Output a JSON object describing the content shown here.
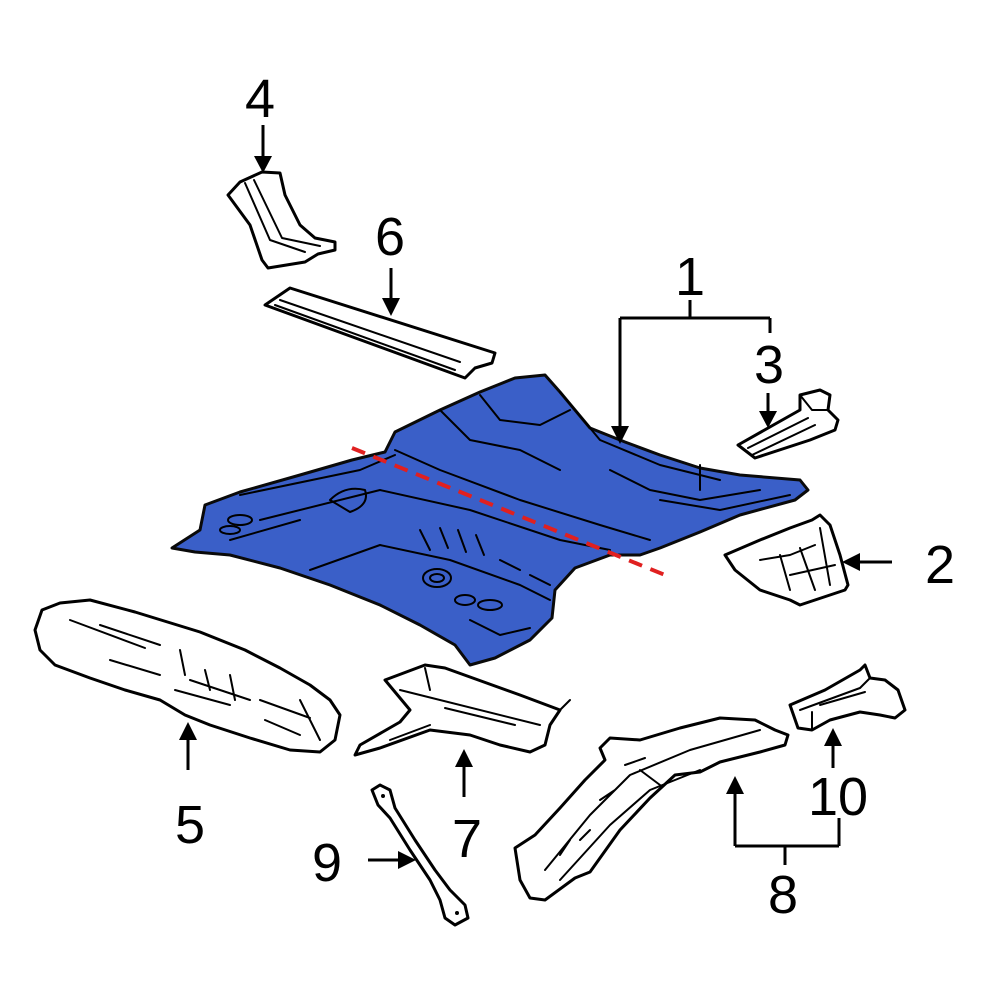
{
  "diagram": {
    "type": "exploded-parts-diagram",
    "subject": "Floor pan and rails",
    "highlight_color": "#3a5fc8",
    "cut_line_color": "#e02020",
    "outline_color": "#000000",
    "background_color": "#ffffff",
    "callouts": [
      {
        "id": "1",
        "label": "1",
        "target": "floor-pan (highlighted)",
        "style": "bracket to parts 1 and 3"
      },
      {
        "id": "2",
        "label": "2",
        "target": "side bracket"
      },
      {
        "id": "3",
        "label": "3",
        "target": "small rail extension"
      },
      {
        "id": "4",
        "label": "4",
        "target": "upper bracket"
      },
      {
        "id": "5",
        "label": "5",
        "target": "side rail"
      },
      {
        "id": "6",
        "label": "6",
        "target": "sill reinforcement"
      },
      {
        "id": "7",
        "label": "7",
        "target": "crossmember"
      },
      {
        "id": "8",
        "label": "8",
        "target": "rear frame rail",
        "style": "bracket to parts 8 and 10"
      },
      {
        "id": "9",
        "label": "9",
        "target": "brace rod"
      },
      {
        "id": "10",
        "label": "10",
        "target": "rail extension"
      }
    ]
  }
}
